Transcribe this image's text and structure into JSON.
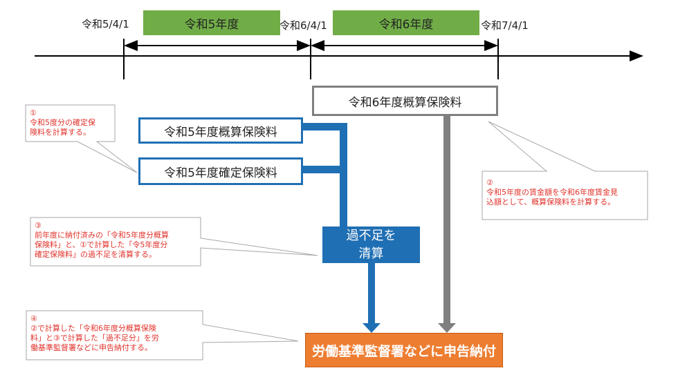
{
  "timeline": {
    "dates": [
      "令和5/4/1",
      "令和6/4/1",
      "令和7/4/1"
    ],
    "periods": [
      "令和5年度",
      "令和6年度"
    ]
  },
  "boxes": {
    "r6_estimated": "令和6年度概算保険料",
    "r5_estimated": "令和5年度概算保険料",
    "r5_confirmed": "令和5年度確定保険料",
    "settle_line1": "過不足を",
    "settle_line2": "清算",
    "final": "労働基準監督署などに申告納付"
  },
  "notes": {
    "note1": "①\n令和5度分の確定保\n険料を計算する。",
    "note2": "②\n令和5年度の賃金額を令和6年度賃金見\n込額として、概算保険料を計算する。",
    "note3": "③\n前年度に納付済みの「令和5年度分概算\n保険料」と、①で計算した「令5年度分\n確定保険料」の過不足を清算する。",
    "note4": "④\n②で計算した「令和6年度分概算保険\n料」と③で計算した「過不足分」を労\n働基準監督署などに申告納付する。"
  },
  "colors": {
    "period": "#70ad47",
    "blue": "#1f6fb4",
    "gray": "#7f7f7f",
    "orange": "#ed7d31",
    "note_text": "#e0322b"
  }
}
